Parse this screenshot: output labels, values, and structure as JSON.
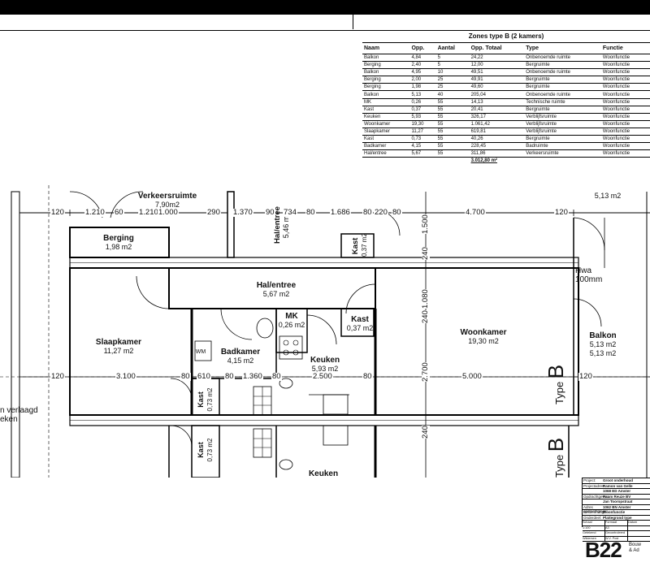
{
  "zones": {
    "title": "Zones type B (2 kamers)",
    "headers": [
      "Naam",
      "Opp.",
      "Aantal",
      "Opp. Totaal",
      "Type",
      "Functie"
    ],
    "rows": [
      [
        "Balkon",
        "4,84",
        "5",
        "24,22",
        "Onbenoemde ruimte",
        "Woonfunctie"
      ],
      [
        "Berging",
        "2,40",
        "5",
        "12,00",
        "Bergruimte",
        "Woonfunctie"
      ],
      [
        "Balkon",
        "4,95",
        "10",
        "49,51",
        "Onbenoemde ruimte",
        "Woonfunctie"
      ],
      [
        "Berging",
        "2,00",
        "25",
        "49,91",
        "Bergruimte",
        "Woonfunctie"
      ],
      [
        "Berging",
        "1,98",
        "25",
        "49,60",
        "Bergruimte",
        "Woonfunctie"
      ],
      [
        "Balkon",
        "5,13",
        "40",
        "205,04",
        "Onbenoemde ruimte",
        "Woonfunctie"
      ],
      [
        "MK",
        "0,26",
        "55",
        "14,13",
        "Technische ruimte",
        "Woonfunctie"
      ],
      [
        "Kast",
        "0,37",
        "55",
        "20,41",
        "Bergruimte",
        "Woonfunctie"
      ],
      [
        "Keuken",
        "5,93",
        "55",
        "326,17",
        "Verblijfsruimte",
        "Woonfunctie"
      ],
      [
        "Woonkamer",
        "19,30",
        "55",
        "1.061,42",
        "Verblijfsruimte",
        "Woonfunctie"
      ],
      [
        "Slaapkamer",
        "11,27",
        "55",
        "619,81",
        "Verblijfsruimte",
        "Woonfunctie"
      ],
      [
        "Kast",
        "0,73",
        "55",
        "40,26",
        "Bergruimte",
        "Woonfunctie"
      ],
      [
        "Badkamer",
        "4,15",
        "55",
        "228,45",
        "Badruimte",
        "Woonfunctie"
      ],
      [
        "Hal/entree",
        "5,67",
        "55",
        "311,86",
        "Verkeersruimte",
        "Woonfunctie"
      ]
    ],
    "total": "3.012,80 m²"
  },
  "plan": {
    "rooms": {
      "verkeersruimte": {
        "name": "Verkeersruimte",
        "area": "7,90m2"
      },
      "berging": {
        "name": "Berging",
        "area": "1,98 m2"
      },
      "hal_small": {
        "name": "Hal/entree",
        "area": "5,46 m2"
      },
      "kast_top": {
        "name": "Kast",
        "area": "0,37 m2"
      },
      "hal": {
        "name": "Hal/entree",
        "area": "5,67 m2"
      },
      "mk": {
        "name": "MK",
        "area": "0,26 m2"
      },
      "kast": {
        "name": "Kast",
        "area": "0,37 m2"
      },
      "slaapkamer": {
        "name": "Slaapkamer",
        "area": "11,27 m2"
      },
      "badkamer": {
        "name": "Badkamer",
        "area": "4,15 m2"
      },
      "keuken": {
        "name": "Keuken",
        "area": "5,93 m2"
      },
      "woonkamer": {
        "name": "Woonkamer",
        "area": "19,30 m2"
      },
      "balkon": {
        "name": "Balkon",
        "area": "5,13 m2",
        "area2": "5,13 m2"
      },
      "balkon_top": {
        "area": "5,13 m2"
      },
      "kast_left": {
        "name": "Kast",
        "area": "0,73 m2"
      },
      "kast_lower": {
        "name": "Kast",
        "area": "0,73 m2"
      },
      "keuken_lower": {
        "name": "Keuken"
      }
    },
    "dims_top": [
      "120",
      "1.210",
      "60",
      "1.210",
      "1.000",
      "290",
      "1.370",
      "90",
      "734",
      "80",
      "1.686",
      "80",
      "220",
      "80",
      "4.700",
      "120"
    ],
    "dims_mid": [
      "120",
      "3.100",
      "80",
      "610",
      "80",
      "1.360",
      "80",
      "2.500",
      "80",
      "5.000",
      "120"
    ],
    "dims_v": [
      "1.500",
      "240",
      "1.080",
      "240",
      "2.700",
      "240"
    ],
    "hwa": "Hwa",
    "hwa_size": "100mm",
    "note_line1": "n verlaagd",
    "note_line2": "eken",
    "type_label": "Type",
    "type_letter": "B",
    "wm_label": "WM"
  },
  "titleblock": {
    "rows": [
      [
        "Project:",
        "Groot onderhoud"
      ],
      [
        "Projectadres:",
        "Ramon van Gelle"
      ],
      [
        "",
        "1068 ED Amster"
      ],
      [
        "Opdrachtgever:",
        "Raam Reuze BV"
      ],
      [
        "",
        "Jan Tooropstraat"
      ],
      [
        "Adres opdrachtgever:",
        "1062 BN Amster"
      ],
      [
        "Bestemming:",
        "Woonfunctie"
      ],
      [
        "Onderdeel:",
        "Plattegrond type"
      ]
    ],
    "small_rows": [
      [
        "Schaal",
        "Formaat",
        "Datum"
      ],
      [
        "1:100",
        "A3",
        ""
      ],
      [
        "Getekend",
        "Gecontroleerd",
        ""
      ],
      [
        "Wildersen",
        "W.V. Post",
        ""
      ]
    ],
    "logo": "B22",
    "logo_sub1": "Bouw",
    "logo_sub2": "& Ad"
  }
}
